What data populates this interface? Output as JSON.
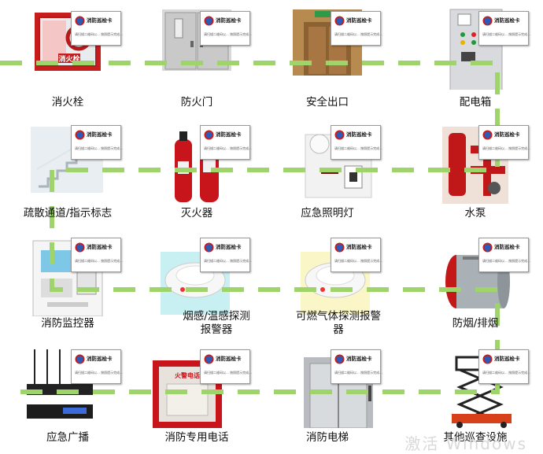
{
  "card": {
    "title": "消防巡检卡",
    "subtitle": "请扫描二维码以...  按照提示完成...",
    "logo_icon": "fire-shield-icon"
  },
  "items": [
    {
      "label": "消火栓",
      "icon": "fire-hydrant-cabinet",
      "sign": "消火栓"
    },
    {
      "label": "防火门",
      "icon": "fire-door"
    },
    {
      "label": "安全出口",
      "icon": "safety-exit"
    },
    {
      "label": "配电箱",
      "icon": "distribution-box"
    },
    {
      "label": "疏散通道/指示标志",
      "icon": "evacuation-stairs"
    },
    {
      "label": "灭火器",
      "icon": "fire-extinguisher"
    },
    {
      "label": "应急照明灯",
      "icon": "emergency-light"
    },
    {
      "label": "水泵",
      "icon": "water-pump"
    },
    {
      "label": "消防监控器",
      "icon": "fire-monitor-panel"
    },
    {
      "label": "烟感/温感探测报警器",
      "icon": "smoke-detector"
    },
    {
      "label": "可燃气体探测报警器",
      "icon": "gas-detector"
    },
    {
      "label": "防烟/排烟",
      "icon": "smoke-exhaust-fan"
    },
    {
      "label": "应急广播",
      "icon": "emergency-broadcast"
    },
    {
      "label": "消防专用电话",
      "icon": "fire-phone",
      "sign": "火警电话"
    },
    {
      "label": "消防电梯",
      "icon": "fire-elevator"
    },
    {
      "label": "其他巡查设施",
      "icon": "scissor-lift"
    }
  ],
  "watermark": "激活 Windows",
  "colors": {
    "route": "#9ed46a",
    "red": "#d2141b",
    "card_border": "#9a9a9a"
  }
}
